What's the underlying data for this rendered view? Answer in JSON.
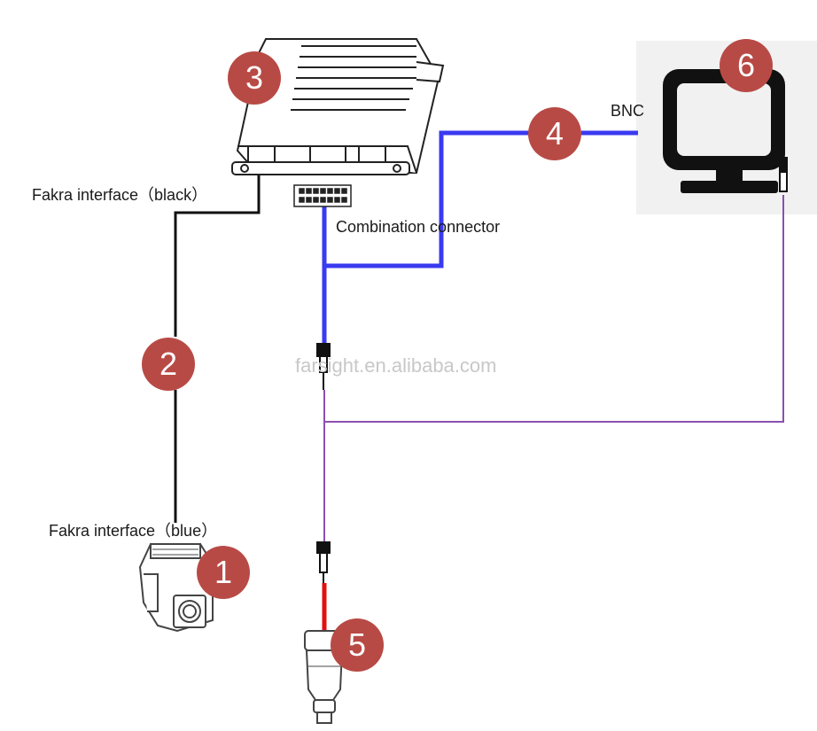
{
  "labels": {
    "fakra_black": "Fakra interface（black）",
    "fakra_blue": "Fakra interface（blue）",
    "combination": "Combination connector",
    "bnc": "BNC"
  },
  "badges": [
    "1",
    "2",
    "3",
    "4",
    "5",
    "6"
  ],
  "watermark": "farsight.en.alibaba.com",
  "colors": {
    "badge": "#b84a45",
    "video_cable": "#3a3af0",
    "camera_cable": "#111111",
    "power_cable": "#8a4fb0",
    "power_plus": "#e01010"
  }
}
